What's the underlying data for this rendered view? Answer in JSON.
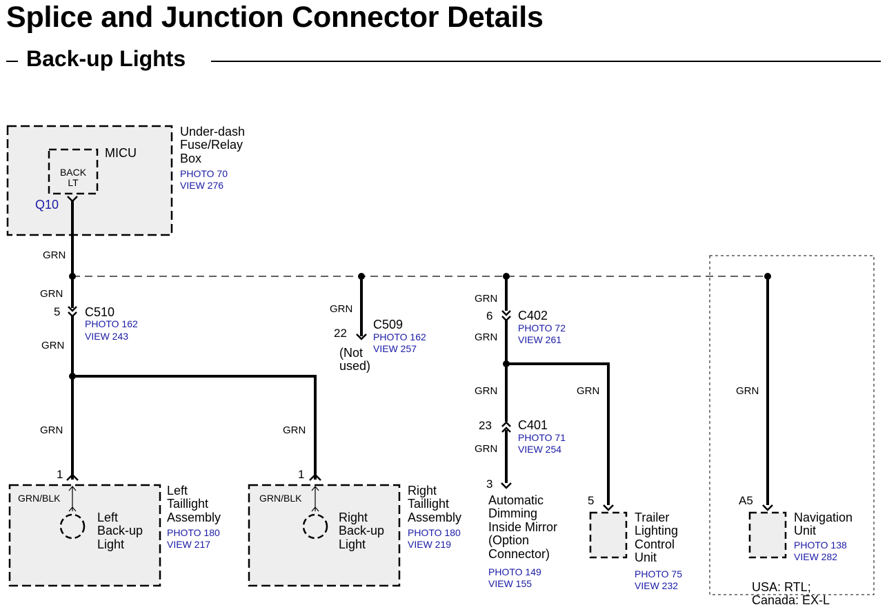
{
  "title": "Splice and Junction Connector Details",
  "subtitle": "Back-up Lights",
  "fuse_box": {
    "name_lines": [
      "Under-dash",
      "Fuse/Relay",
      "Box"
    ],
    "photo": "PHOTO 70",
    "view": "VIEW 276",
    "micu": "MICU",
    "fuse_lines": [
      "BACK",
      "LT"
    ],
    "terminal": "Q10"
  },
  "wires": {
    "grn": "GRN",
    "grn_blk": "GRN/BLK"
  },
  "c510": {
    "pin": "5",
    "name": "C510",
    "photo": "PHOTO 162",
    "view": "VIEW 243"
  },
  "c509": {
    "pin": "22",
    "name": "C509",
    "photo": "PHOTO 162",
    "view": "VIEW 257",
    "note_lines": [
      "(Not",
      "used)"
    ]
  },
  "c402": {
    "pin": "6",
    "name": "C402",
    "photo": "PHOTO 72",
    "view": "VIEW 261"
  },
  "c401": {
    "pin": "23",
    "name": "C401",
    "photo": "PHOTO 71",
    "view": "VIEW 254"
  },
  "left_taillight": {
    "pin": "1",
    "name_lines": [
      "Left",
      "Taillight",
      "Assembly"
    ],
    "photo": "PHOTO 180",
    "view": "VIEW 217",
    "bulb_lines": [
      "Left",
      "Back-up",
      "Light"
    ]
  },
  "right_taillight": {
    "pin": "1",
    "name_lines": [
      "Right",
      "Taillight",
      "Assembly"
    ],
    "photo": "PHOTO 180",
    "view": "VIEW 219",
    "bulb_lines": [
      "Right",
      "Back-up",
      "Light"
    ]
  },
  "mirror": {
    "pin": "3",
    "name_lines": [
      "Automatic",
      "Dimming",
      "Inside Mirror",
      "(Option",
      "Connector)"
    ],
    "photo": "PHOTO 149",
    "view": "VIEW 155"
  },
  "trailer": {
    "pin": "5",
    "name_lines": [
      "Trailer",
      "Lighting",
      "Control",
      "Unit"
    ],
    "photo": "PHOTO 75",
    "view": "VIEW 232"
  },
  "navigation": {
    "pin": "A5",
    "name_lines": [
      "Navigation",
      "Unit"
    ],
    "photo": "PHOTO 138",
    "view": "VIEW 282",
    "note_lines": [
      "USA: RTL;",
      "Canada: EX-L"
    ]
  },
  "colors": {
    "wire": "#000000",
    "ref": "#1a1aa6",
    "box_fill": "#eeeeee"
  }
}
